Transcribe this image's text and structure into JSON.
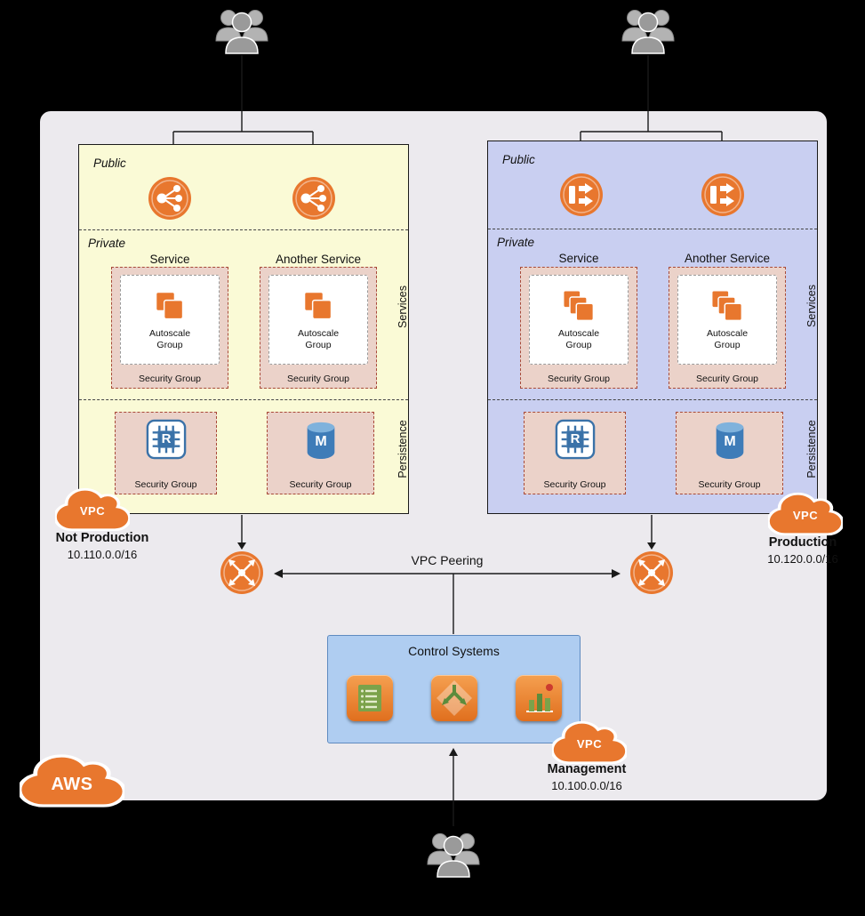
{
  "colors": {
    "background": "#000000",
    "region_bg": "#ECEAEE",
    "orange": "#E8772E",
    "left_vpc_bg": "#FAFAD6",
    "right_vpc_bg": "#C9CFF1",
    "security_group_bg": "#EBD2C9",
    "security_group_border": "#A84A38",
    "control_bg": "#AFCDF1",
    "icon_blue": "#3A72A8",
    "icon_green": "#7BA24A"
  },
  "icons": {
    "users": "users-icon",
    "classic_load_balancer": "classic-load-balancer-icon",
    "application_load_balancer": "application-load-balancer-icon",
    "autoscale_instances": "instances-stack-icon",
    "cache_chip": "elasticache-chip-icon",
    "database_cylinder": "database-cylinder-icon",
    "vpc_cloud": "vpc-cloud-icon",
    "aws_cloud": "aws-cloud-icon",
    "vpc_router": "vpc-peering-router-icon",
    "list": "list-icon",
    "workflow": "workflow-arrows-icon",
    "chart": "monitoring-chart-icon"
  },
  "left_vpc": {
    "public_label": "Public",
    "private_label": "Private",
    "service_title": "Service",
    "another_service_title": "Another Service",
    "autoscale_label": "Autoscale Group",
    "security_group_label": "Security Group",
    "services_band": "Services",
    "persistence_band": "Persistence",
    "cache_letter": "R",
    "db_letter": "M",
    "vpc_badge": "VPC",
    "name": "Not Production",
    "cidr": "10.110.0.0/16"
  },
  "right_vpc": {
    "public_label": "Public",
    "private_label": "Private",
    "service_title": "Service",
    "another_service_title": "Another Service",
    "autoscale_label": "Autoscale Group",
    "security_group_label": "Security Group",
    "services_band": "Services",
    "persistence_band": "Persistence",
    "cache_letter": "R",
    "db_letter": "M",
    "vpc_badge": "VPC",
    "name": "Production",
    "cidr": "10.120.0.0/16"
  },
  "peering": {
    "label": "VPC Peering"
  },
  "control": {
    "title": "Control Systems",
    "vpc_badge": "VPC",
    "name": "Management",
    "cidr": "10.100.0.0/16"
  },
  "aws": {
    "label": "AWS"
  }
}
